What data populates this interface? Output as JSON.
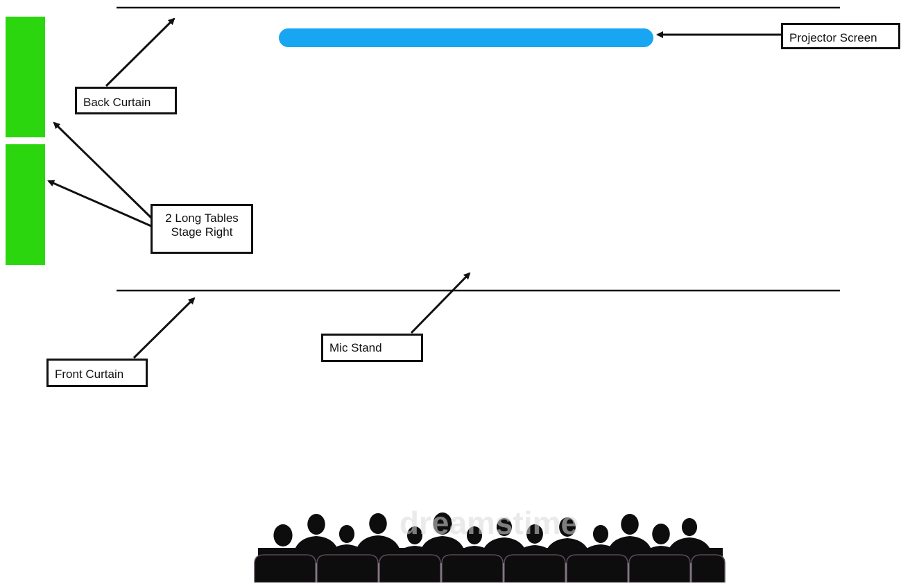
{
  "labels": {
    "projector_screen": "Projector Screen",
    "back_curtain": "Back Curtain",
    "long_tables": "2 Long Tables\nStage Right",
    "front_curtain": "Front Curtain",
    "mic_stand": "Mic Stand"
  },
  "watermark": "dreamstime",
  "colors": {
    "tables": "#2bd60f",
    "projector_screen": "#18a6f2",
    "lines": "#111111",
    "audience": "#0d0d0d",
    "watermark": "#d9d9d9"
  }
}
